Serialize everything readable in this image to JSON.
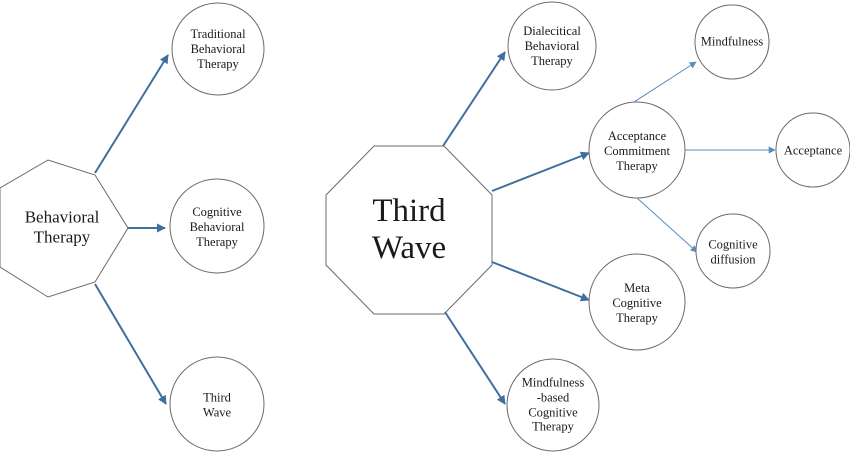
{
  "colors": {
    "arrow": "#3f6f9f",
    "arrow_thin": "#5a8cc0",
    "outline": "#6b6b6b"
  },
  "nodes": {
    "behavioral": {
      "label": [
        "Behavioral",
        "Therapy"
      ]
    },
    "traditional": {
      "label": [
        "Traditional",
        "Behavioral",
        "Therapy"
      ]
    },
    "cognitive_behavioral": {
      "label": [
        "Cognitive",
        "Behavioral",
        "Therapy"
      ]
    },
    "third_wave_small": {
      "label": [
        "Third",
        "Wave"
      ]
    },
    "third_wave_big": {
      "label": [
        "Third",
        "Wave"
      ]
    },
    "dialectical": {
      "label": [
        "Dialecitical",
        "Behavioral",
        "Therapy"
      ]
    },
    "act": {
      "label": [
        "Acceptance",
        "Commitment",
        "Therapy"
      ]
    },
    "meta_cognitive": {
      "label": [
        "Meta",
        "Cognitive",
        "Therapy"
      ]
    },
    "mindfulness_based": {
      "label": [
        "Mindfulness",
        "-based",
        "Cognitive",
        "Therapy"
      ]
    },
    "mindfulness": {
      "label": [
        "Mindfulness"
      ]
    },
    "acceptance": {
      "label": [
        "Acceptance"
      ]
    },
    "cognitive_diffusion": {
      "label": [
        "Cognitive",
        "diffusion"
      ]
    }
  }
}
